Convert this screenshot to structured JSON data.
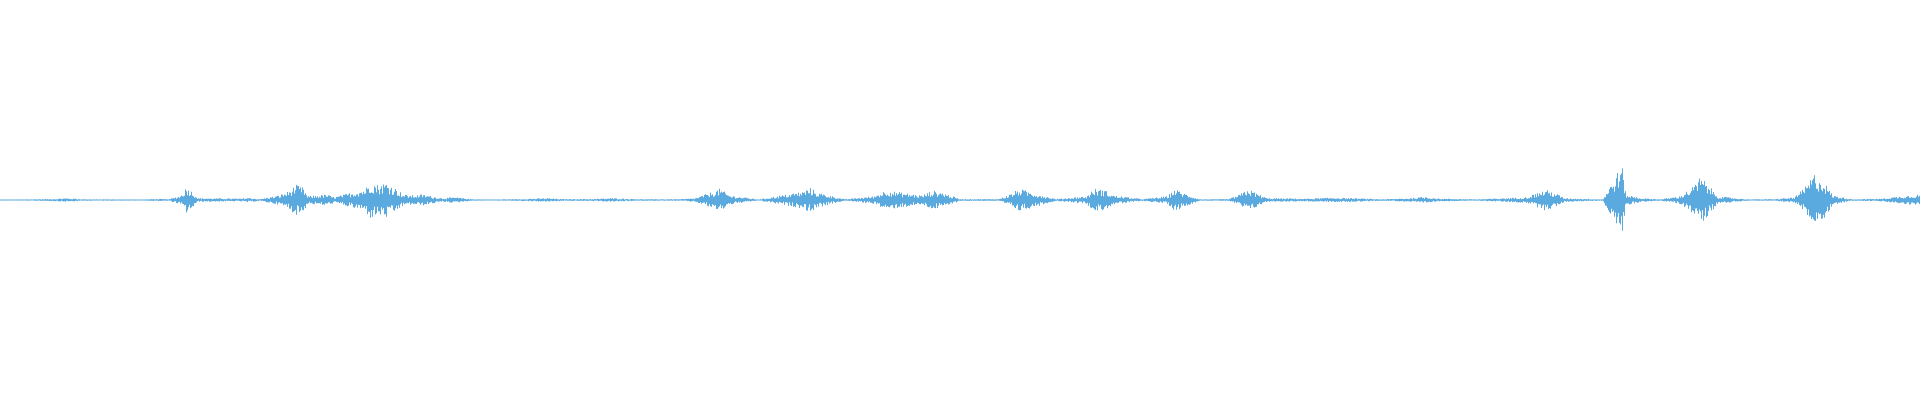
{
  "waveform": {
    "color": "#5aa9df",
    "baseline_color": "#8cc4ea",
    "amplitude_scale": 0.2,
    "samples_note": "",
    "envelope": [
      [
        0.0,
        0.006
      ],
      [
        0.01,
        0.006
      ],
      [
        0.028,
        0.012
      ],
      [
        0.034,
        0.02
      ],
      [
        0.038,
        0.015
      ],
      [
        0.045,
        0.008
      ],
      [
        0.075,
        0.006
      ],
      [
        0.08,
        0.012
      ],
      [
        0.088,
        0.01
      ],
      [
        0.094,
        0.05
      ],
      [
        0.097,
        0.14
      ],
      [
        0.1,
        0.09
      ],
      [
        0.103,
        0.02
      ],
      [
        0.125,
        0.015
      ],
      [
        0.129,
        0.025
      ],
      [
        0.135,
        0.01
      ],
      [
        0.145,
        0.05
      ],
      [
        0.15,
        0.09
      ],
      [
        0.154,
        0.16
      ],
      [
        0.158,
        0.13
      ],
      [
        0.16,
        0.04
      ],
      [
        0.17,
        0.06
      ],
      [
        0.174,
        0.03
      ],
      [
        0.19,
        0.12
      ],
      [
        0.193,
        0.2
      ],
      [
        0.197,
        0.16
      ],
      [
        0.201,
        0.19
      ],
      [
        0.205,
        0.14
      ],
      [
        0.21,
        0.06
      ],
      [
        0.215,
        0.05
      ],
      [
        0.22,
        0.06
      ],
      [
        0.225,
        0.04
      ],
      [
        0.23,
        0.02
      ],
      [
        0.237,
        0.03
      ],
      [
        0.245,
        0.01
      ],
      [
        0.255,
        0.006
      ],
      [
        0.27,
        0.01
      ],
      [
        0.285,
        0.02
      ],
      [
        0.293,
        0.01
      ],
      [
        0.31,
        0.012
      ],
      [
        0.318,
        0.02
      ],
      [
        0.325,
        0.015
      ],
      [
        0.335,
        0.008
      ],
      [
        0.355,
        0.01
      ],
      [
        0.362,
        0.02
      ],
      [
        0.37,
        0.08
      ],
      [
        0.375,
        0.12
      ],
      [
        0.38,
        0.05
      ],
      [
        0.395,
        0.006
      ],
      [
        0.418,
        0.09
      ],
      [
        0.422,
        0.13
      ],
      [
        0.426,
        0.08
      ],
      [
        0.44,
        0.008
      ],
      [
        0.455,
        0.04
      ],
      [
        0.462,
        0.11
      ],
      [
        0.466,
        0.09
      ],
      [
        0.48,
        0.05
      ],
      [
        0.486,
        0.1
      ],
      [
        0.491,
        0.08
      ],
      [
        0.5,
        0.01
      ],
      [
        0.52,
        0.01
      ],
      [
        0.526,
        0.06
      ],
      [
        0.531,
        0.12
      ],
      [
        0.536,
        0.09
      ],
      [
        0.55,
        0.01
      ],
      [
        0.566,
        0.04
      ],
      [
        0.57,
        0.12
      ],
      [
        0.575,
        0.11
      ],
      [
        0.58,
        0.05
      ],
      [
        0.595,
        0.01
      ],
      [
        0.608,
        0.04
      ],
      [
        0.612,
        0.12
      ],
      [
        0.616,
        0.08
      ],
      [
        0.625,
        0.008
      ],
      [
        0.64,
        0.01
      ],
      [
        0.646,
        0.06
      ],
      [
        0.65,
        0.12
      ],
      [
        0.655,
        0.07
      ],
      [
        0.66,
        0.02
      ],
      [
        0.68,
        0.015
      ],
      [
        0.695,
        0.025
      ],
      [
        0.705,
        0.02
      ],
      [
        0.72,
        0.008
      ],
      [
        0.735,
        0.02
      ],
      [
        0.742,
        0.035
      ],
      [
        0.75,
        0.015
      ],
      [
        0.77,
        0.008
      ],
      [
        0.795,
        0.03
      ],
      [
        0.805,
        0.11
      ],
      [
        0.81,
        0.08
      ],
      [
        0.815,
        0.02
      ],
      [
        0.835,
        0.008
      ],
      [
        0.845,
        0.38
      ],
      [
        0.847,
        0.06
      ],
      [
        0.855,
        0.02
      ],
      [
        0.865,
        0.008
      ],
      [
        0.875,
        0.04
      ],
      [
        0.882,
        0.14
      ],
      [
        0.886,
        0.25
      ],
      [
        0.89,
        0.16
      ],
      [
        0.895,
        0.04
      ],
      [
        0.91,
        0.008
      ],
      [
        0.925,
        0.01
      ],
      [
        0.935,
        0.03
      ],
      [
        0.941,
        0.15
      ],
      [
        0.945,
        0.28
      ],
      [
        0.95,
        0.2
      ],
      [
        0.955,
        0.05
      ],
      [
        0.965,
        0.008
      ],
      [
        0.98,
        0.015
      ],
      [
        0.99,
        0.04
      ],
      [
        1.0,
        0.06
      ]
    ]
  }
}
